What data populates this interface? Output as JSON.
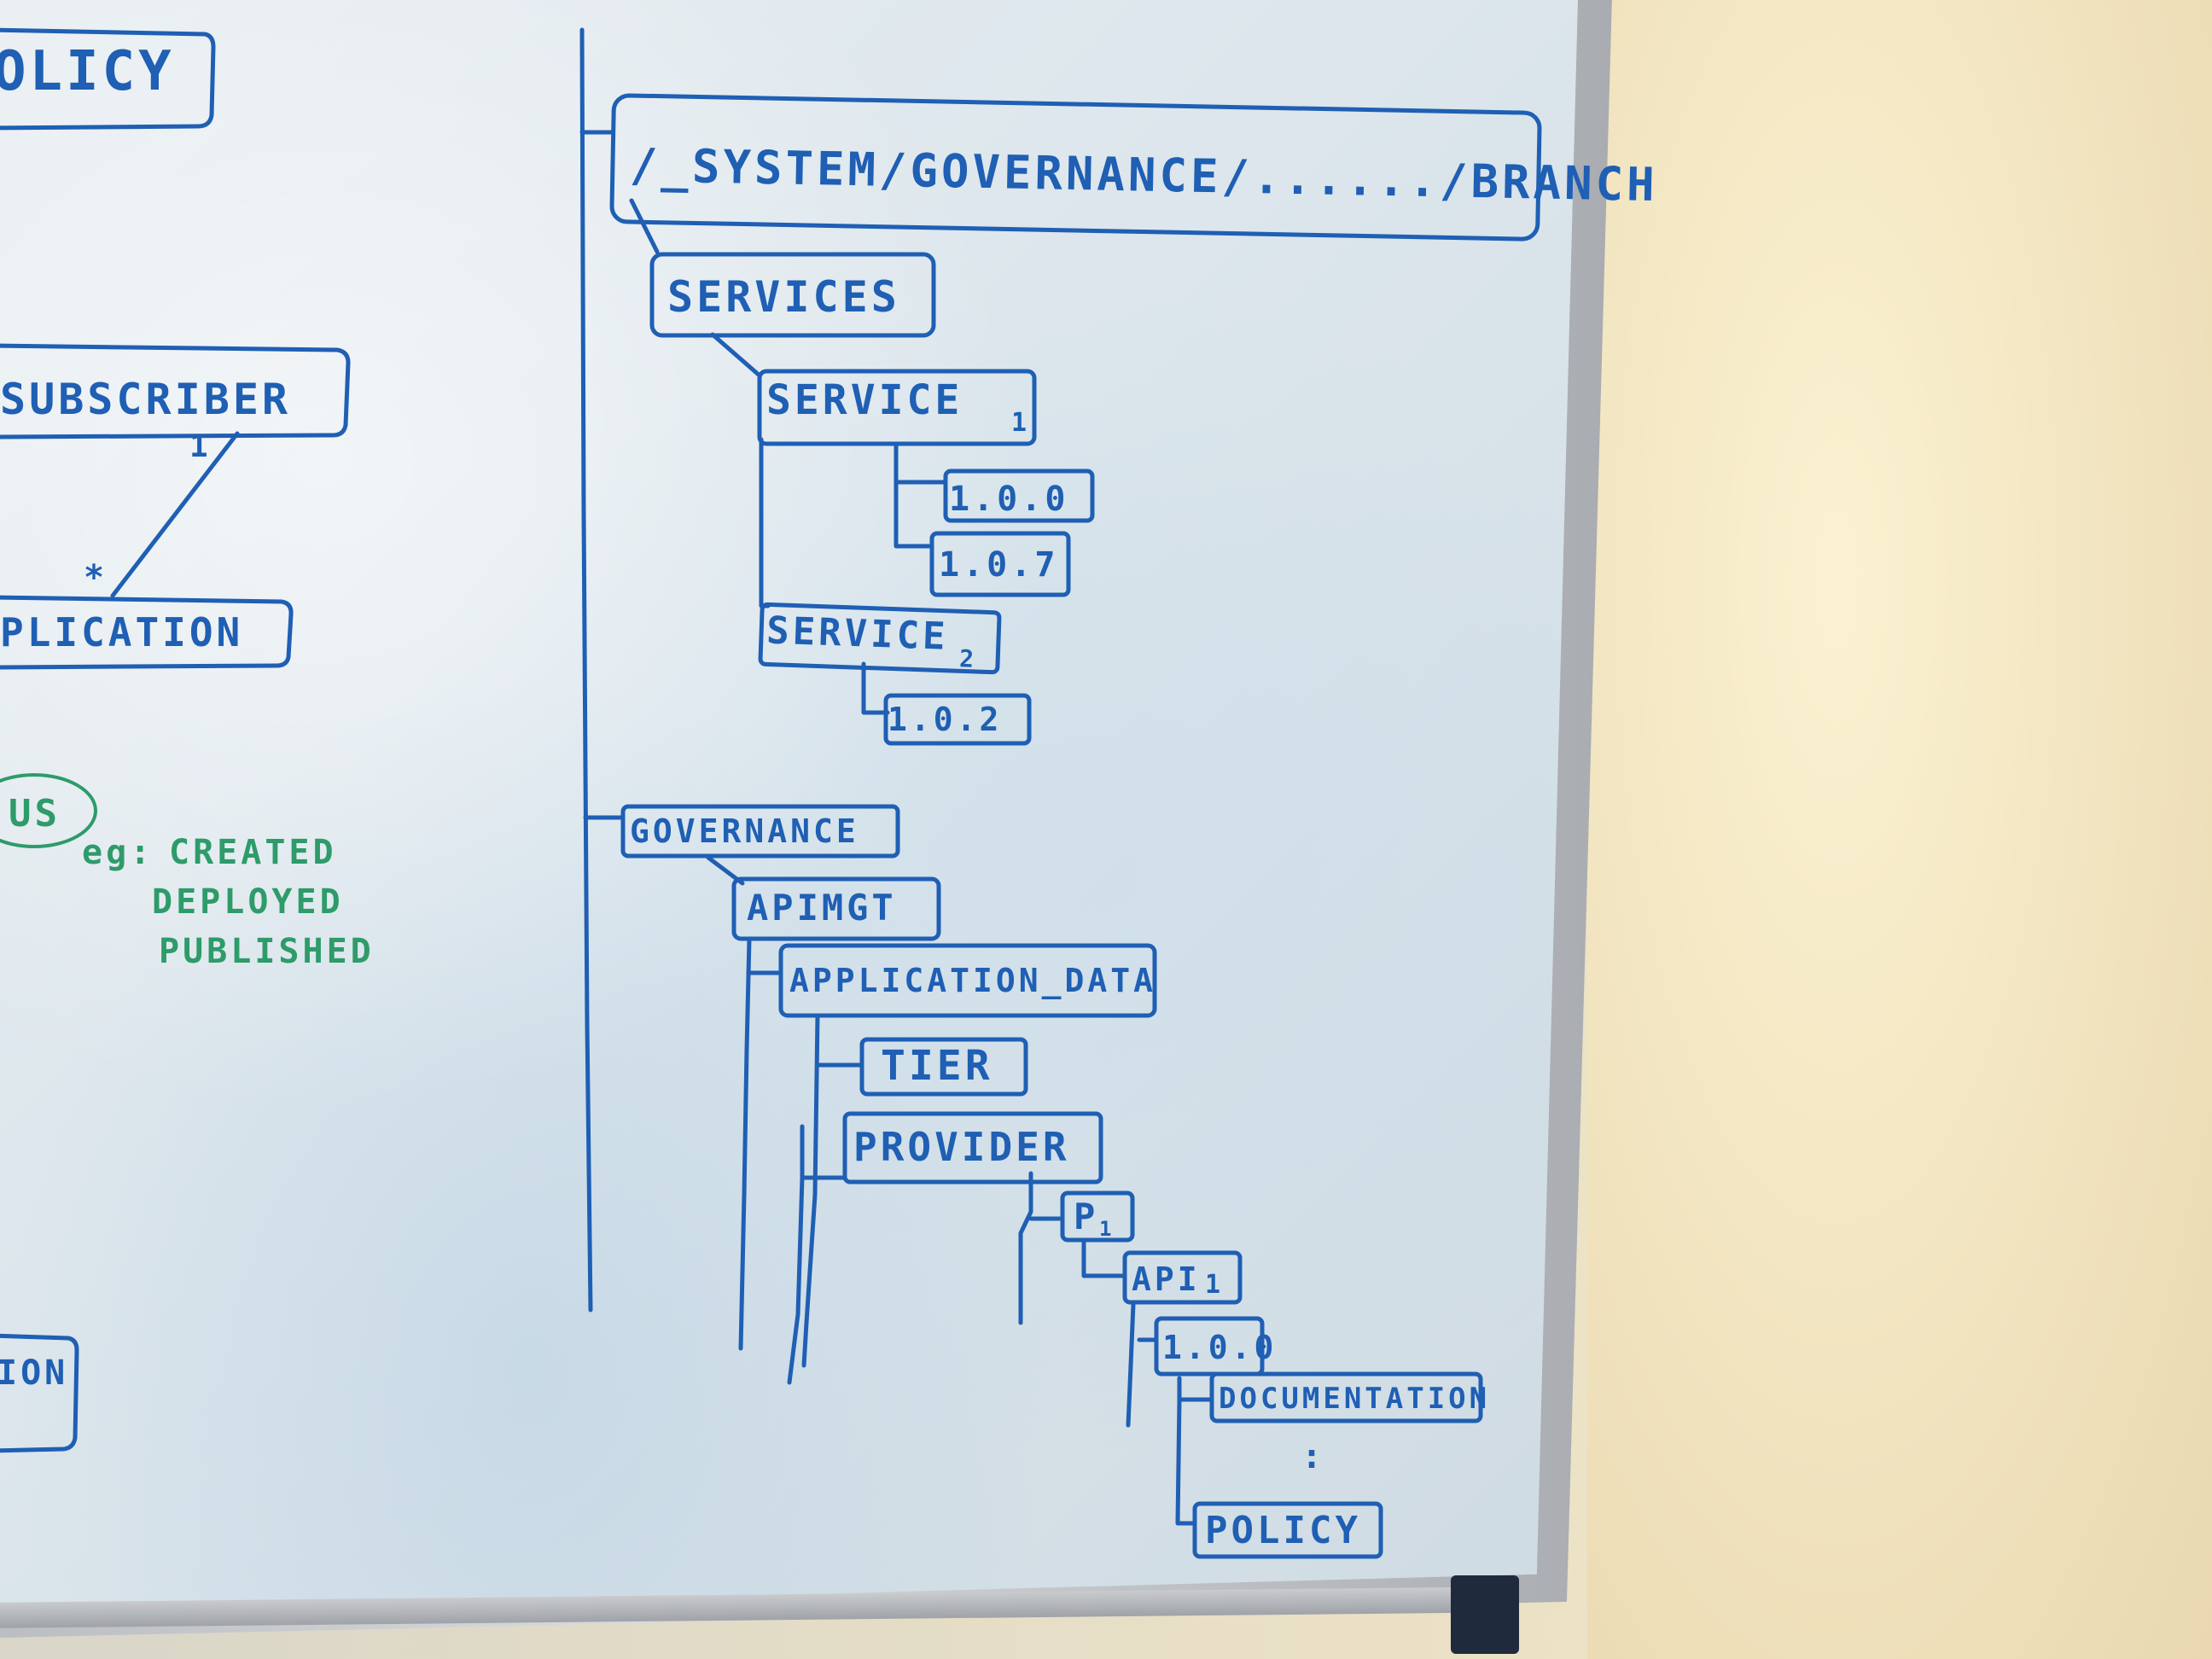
{
  "left_fragments": {
    "policy_partial": "OLICY",
    "subscriber": "SUBSCRIBER",
    "multiplicity_one": "1",
    "multiplicity_many": "*",
    "application_partial": "PLICATION",
    "lifecycle_partial": "US",
    "example_prefix": "eg:",
    "states": [
      "CREATED",
      "DEPLOYED",
      "PUBLISHED"
    ],
    "bottom_partial": "ION"
  },
  "tree": {
    "root_path": "/_SYSTEM/GOVERNANCE/....../BRANCH",
    "services": "SERVICES",
    "service_1": "SERVICE",
    "service_1_sub": "1",
    "service_1_versions": [
      "1.0.0",
      "1.0.7"
    ],
    "service_2": "SERVICE",
    "service_2_sub": "2",
    "service_2_versions": [
      "1.0.2"
    ],
    "governance": "GOVERNANCE",
    "apimgt": "APIMGT",
    "application_data": "APPLICATION_DATA",
    "tier": "TIER",
    "provider": "PROVIDER",
    "p1": "P",
    "p1_sub": "1",
    "api1": "API",
    "api1_sub": "1",
    "api_version": "1.0.0",
    "documentation": "DOCUMENTATION",
    "ellipsis": ":",
    "policy": "POLICY"
  },
  "colors": {
    "marker_blue": "#1f5fb4",
    "marker_green": "#2e9b6a",
    "board": "#dce6ec",
    "wall": "#f3e6c2"
  }
}
